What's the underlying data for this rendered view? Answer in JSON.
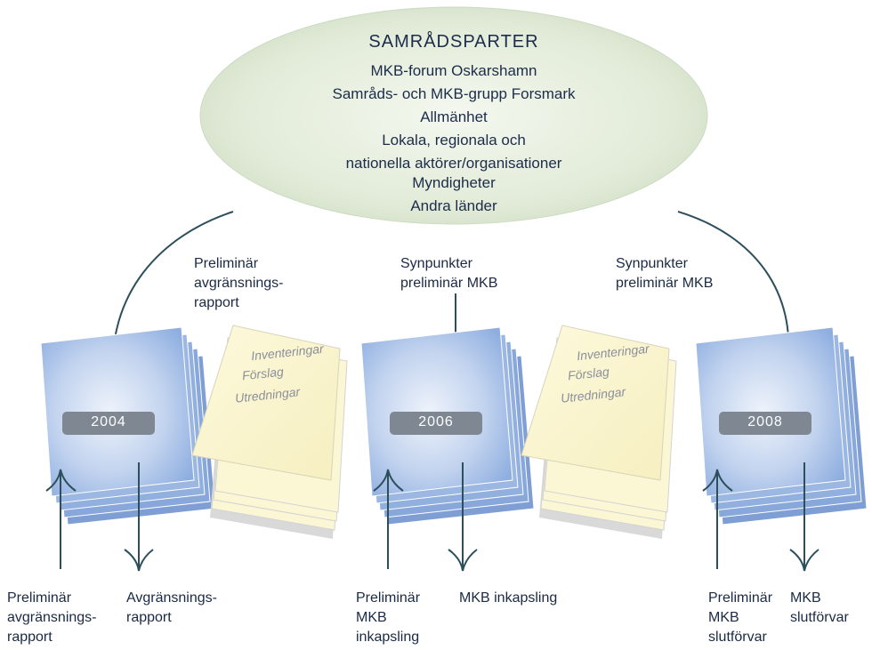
{
  "ellipse": {
    "title": "SAMRÅDSPARTER",
    "lines": [
      "MKB-forum Oskarshamn",
      "Samråds- och MKB-grupp Forsmark",
      "Allmänhet",
      "Lokala, regionala och",
      "nationella aktörer/organisationer",
      "Myndigheter",
      "Andra länder"
    ]
  },
  "top_labels": {
    "left": [
      "Preliminär",
      "avgränsnings-",
      "rapport"
    ],
    "middle": [
      "Synpunkter",
      "preliminär MKB"
    ],
    "right": [
      "Synpunkter",
      "preliminär MKB"
    ]
  },
  "stacks": {
    "s2004": {
      "year": "2004"
    },
    "s2006": {
      "year": "2006"
    },
    "s2008": {
      "year": "2008"
    }
  },
  "yellow_items": [
    "Inventeringar",
    "Förslag",
    "Utredningar"
  ],
  "bottom_labels": {
    "b1": [
      "Preliminär",
      "avgränsnings-",
      "rapport"
    ],
    "b2": [
      "Avgränsnings-",
      "rapport"
    ],
    "b3": [
      "Preliminär",
      "MKB",
      "inkapsling"
    ],
    "b4": [
      "MKB inkapsling"
    ],
    "b5": [
      "Preliminär",
      "MKB",
      "slutförvar"
    ],
    "b6": [
      "MKB",
      "slutförvar"
    ]
  },
  "colors": {
    "ellipse_fill": "#dfe9d5",
    "blue_sheet": "#8fb0df",
    "blue_sheet_light": "#e3ecf8",
    "yellow_sheet": "#fbf6cf",
    "year_box": "#7f8793",
    "arrow": "#2d4f5c"
  }
}
